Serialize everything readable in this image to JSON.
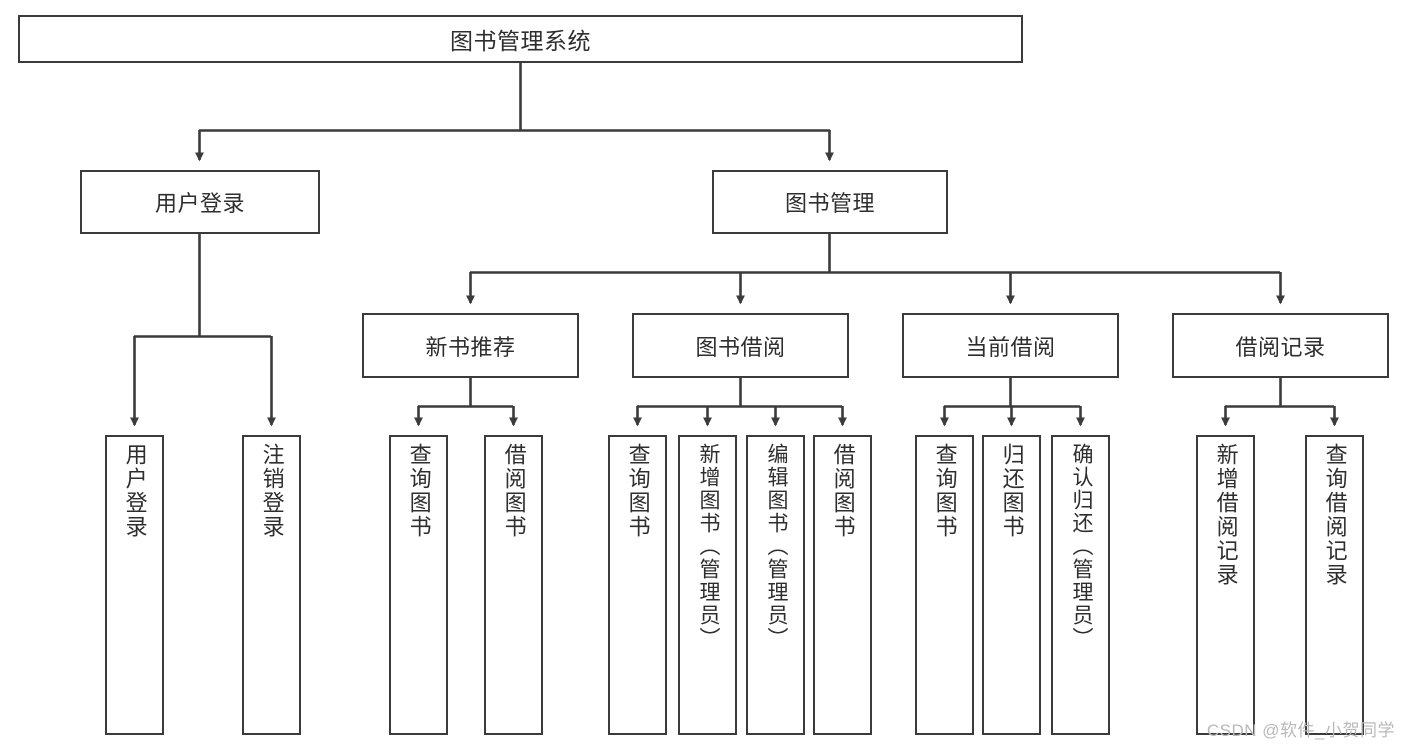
{
  "chart_data": {
    "type": "diagram",
    "title": "图书管理系统",
    "subtype": "tree / functional structure chart",
    "orientation": "top-down",
    "levels": 4,
    "arrow_style": "solid filled triangle",
    "node_count": 18
  },
  "colors": {
    "background": "#ffffff",
    "stroke": "#3b3b3b",
    "text": "#2e2e2e",
    "watermark": "#b9b9b9"
  },
  "root": {
    "label": "图书管理系统"
  },
  "level1": [
    {
      "label": "用户登录"
    },
    {
      "label": "图书管理"
    }
  ],
  "level2": [
    {
      "label": "新书推荐"
    },
    {
      "label": "图书借阅"
    },
    {
      "label": "当前借阅"
    },
    {
      "label": "借阅记录"
    }
  ],
  "leaves": {
    "user_login": [
      {
        "label": "用户登录"
      },
      {
        "label": "注销登录"
      }
    ],
    "new_book_recommend": [
      {
        "label": "查询图书"
      },
      {
        "label": "借阅图书"
      }
    ],
    "book_borrow": [
      {
        "label": "查询图书"
      },
      {
        "label": "新增图书（管理员）"
      },
      {
        "label": "编辑图书（管理员）"
      },
      {
        "label": "借阅图书"
      }
    ],
    "current_borrow": [
      {
        "label": "查询图书"
      },
      {
        "label": "归还图书"
      },
      {
        "label": "确认归还（管理员）"
      }
    ],
    "borrow_record": [
      {
        "label": "新增借阅记录"
      },
      {
        "label": "查询借阅记录"
      }
    ]
  },
  "watermark": {
    "text": "CSDN @软件_小贺同学"
  }
}
